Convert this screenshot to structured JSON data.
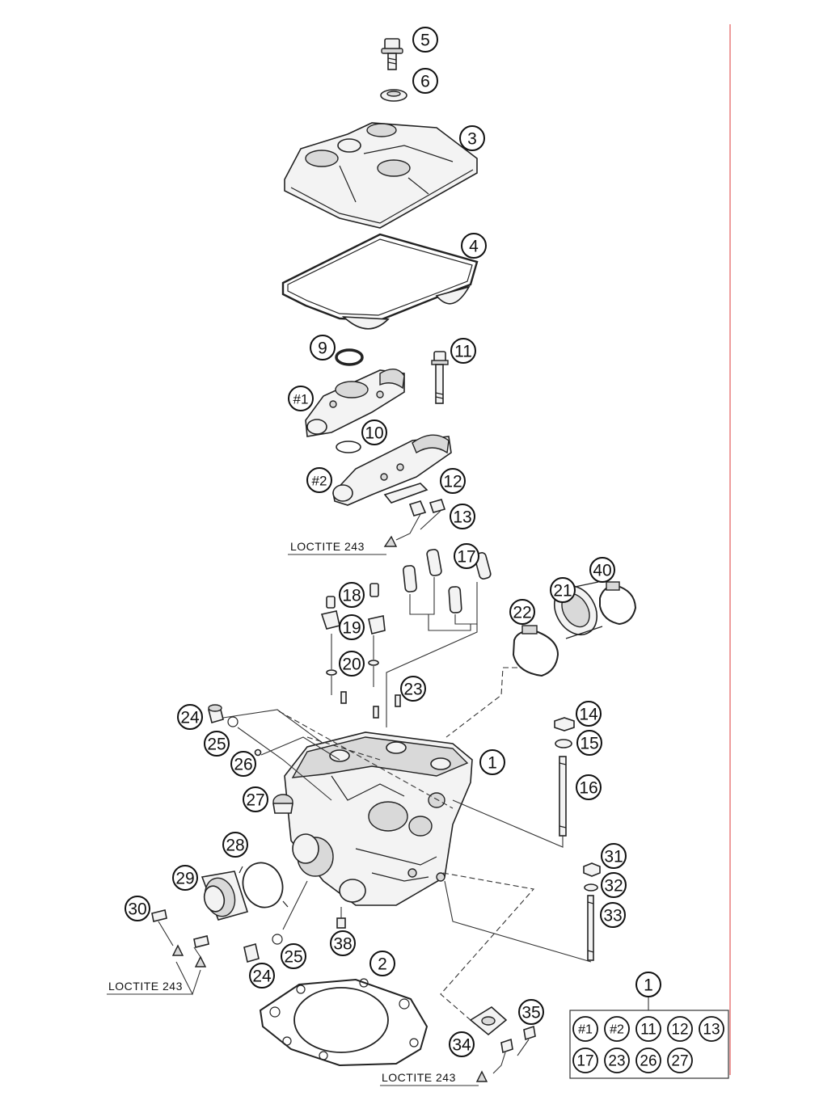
{
  "callouts": {
    "c1": "1",
    "c2": "2",
    "c3": "3",
    "c4": "4",
    "c5": "5",
    "c6": "6",
    "c9": "9",
    "c10": "10",
    "c11": "11",
    "c12": "12",
    "c13": "13",
    "c14": "14",
    "c15": "15",
    "c16": "16",
    "c17": "17",
    "c18": "18",
    "c19": "19",
    "c20": "20",
    "c21": "21",
    "c22": "22",
    "c23": "23",
    "c24a": "24",
    "c24b": "24",
    "c25a": "25",
    "c25b": "25",
    "c26": "26",
    "c27": "27",
    "c28": "28",
    "c29": "29",
    "c30": "30",
    "c31": "31",
    "c32": "32",
    "c33": "33",
    "c34": "34",
    "c35": "35",
    "c38": "38",
    "c40": "40",
    "cH1": "#1",
    "cH2": "#2"
  },
  "loctite_labels": [
    "LOCTITE 243",
    "LOCTITE 243",
    "LOCTITE 243"
  ],
  "kit": {
    "number": "1",
    "items": [
      "#1",
      "#2",
      "11",
      "12",
      "13",
      "17",
      "23",
      "26",
      "27"
    ]
  }
}
